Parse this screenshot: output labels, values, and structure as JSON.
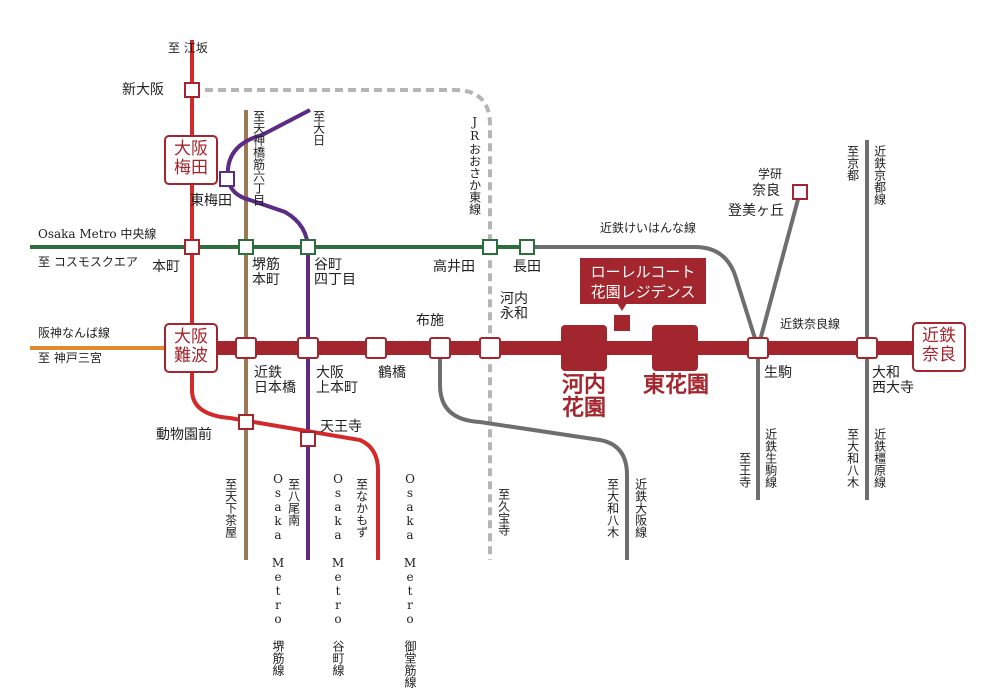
{
  "colors": {
    "kintetsu_nara": "#a3262e",
    "midosuji": "#d22a2a",
    "sakaisuji": "#9a7a55",
    "tanimachi": "#5b2b86",
    "chuo": "#2e6d3c",
    "hanshin": "#e38a2c",
    "jr_osaka_higashi": "#b5b5b5",
    "kintetsu_gray": "#6e6e6e"
  },
  "labels": {
    "to_esaka": "至 江坂",
    "shin_osaka": "新大阪",
    "osaka_umeda": "大阪\n梅田",
    "higashi_umeda": "東梅田",
    "to_tenjinbashi": "至天神橋筋六丁目",
    "to_dainichi": "至大日",
    "jr_line": "JRおおさか東線",
    "chuo_line": "Osaka Metro 中央線",
    "to_cosmosquare": "至 コスモスクエア",
    "honmachi": "本町",
    "sakaisuji_honmachi": "堺筋\n本町",
    "tanimachi_4": "谷町\n四丁目",
    "takaida": "高井田",
    "nagata": "長田",
    "keihanna_line": "近鉄けいはんな線",
    "gakken_line1": "学研",
    "gakken_line2": "奈良",
    "gakken_line3": "登美ヶ丘",
    "to_kyoto": "至京都",
    "kyoto_line": "近鉄京都線",
    "hanshin_line": "阪神なんば線",
    "to_kobe": "至 神戸三宮",
    "osaka_namba": "大阪\n難波",
    "fuse": "布施",
    "kawachi_eiwa": "河内\n永和",
    "promo": "ローレルコート\n花園レジデンス",
    "kawachi_hanazono": "河内\n花園",
    "higashi_hanazono": "東花園",
    "nara_line": "近鉄奈良線",
    "kintetsu_nara": "近鉄\n奈良",
    "kintetsu_nipponbashi": "近鉄\n日本橋",
    "osaka_uehonmachi": "大阪\n上本町",
    "tsuruhashi": "鶴橋",
    "ikoma": "生駒",
    "yamato_saidaiji": "大和\n西大寺",
    "dobutsuen": "動物園前",
    "tennoji": "天王寺",
    "to_tenkachaya": "至天下茶屋",
    "sakaisuji_line": "Osaka Metro 堺筋線",
    "to_yao": "至八尾南",
    "tanimachi_line": "Osaka Metro 谷町線",
    "to_nakamozu": "至なかもず",
    "midosuji_line": "Osaka Metro 御堂筋線",
    "to_kyuhoji": "至久宝寺",
    "to_yamato_yagi1": "至大和八木",
    "osaka_line": "近鉄大阪線",
    "to_oji": "至王寺",
    "ikoma_line": "近鉄生駒線",
    "to_yamato_yagi2": "至大和八木",
    "kashihara_line": "近鉄橿原線"
  }
}
